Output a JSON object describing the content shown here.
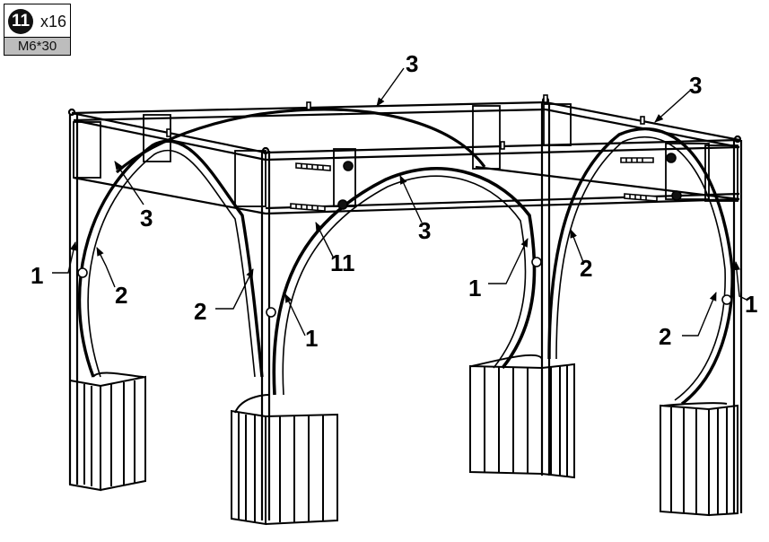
{
  "part_box": {
    "number": "11",
    "quantity": "x16",
    "spec": "M6*30"
  },
  "callouts": {
    "c3a": "3",
    "c3b": "3",
    "c3c": "3",
    "c3d": "3",
    "c1a": "1",
    "c2a": "2",
    "c2b": "2",
    "c1b": "1",
    "c11": "11",
    "c1c": "1",
    "c2c": "2",
    "c1d": "1",
    "c2d": "2"
  }
}
